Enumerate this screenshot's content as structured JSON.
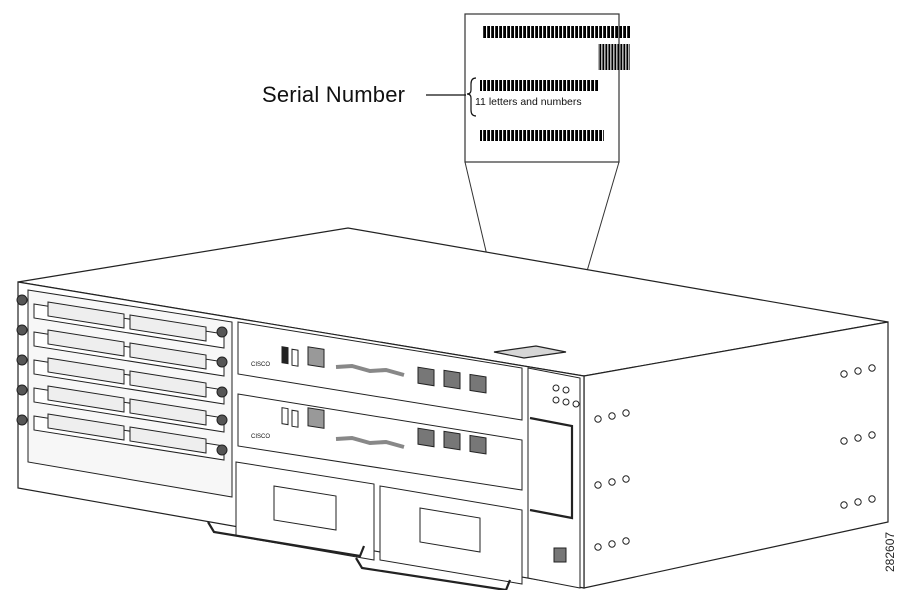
{
  "callout": {
    "label": "Serial Number",
    "sticker_text": "11 letters and numbers"
  },
  "figure_id": "282607",
  "brand_logo_text": "CISCO"
}
